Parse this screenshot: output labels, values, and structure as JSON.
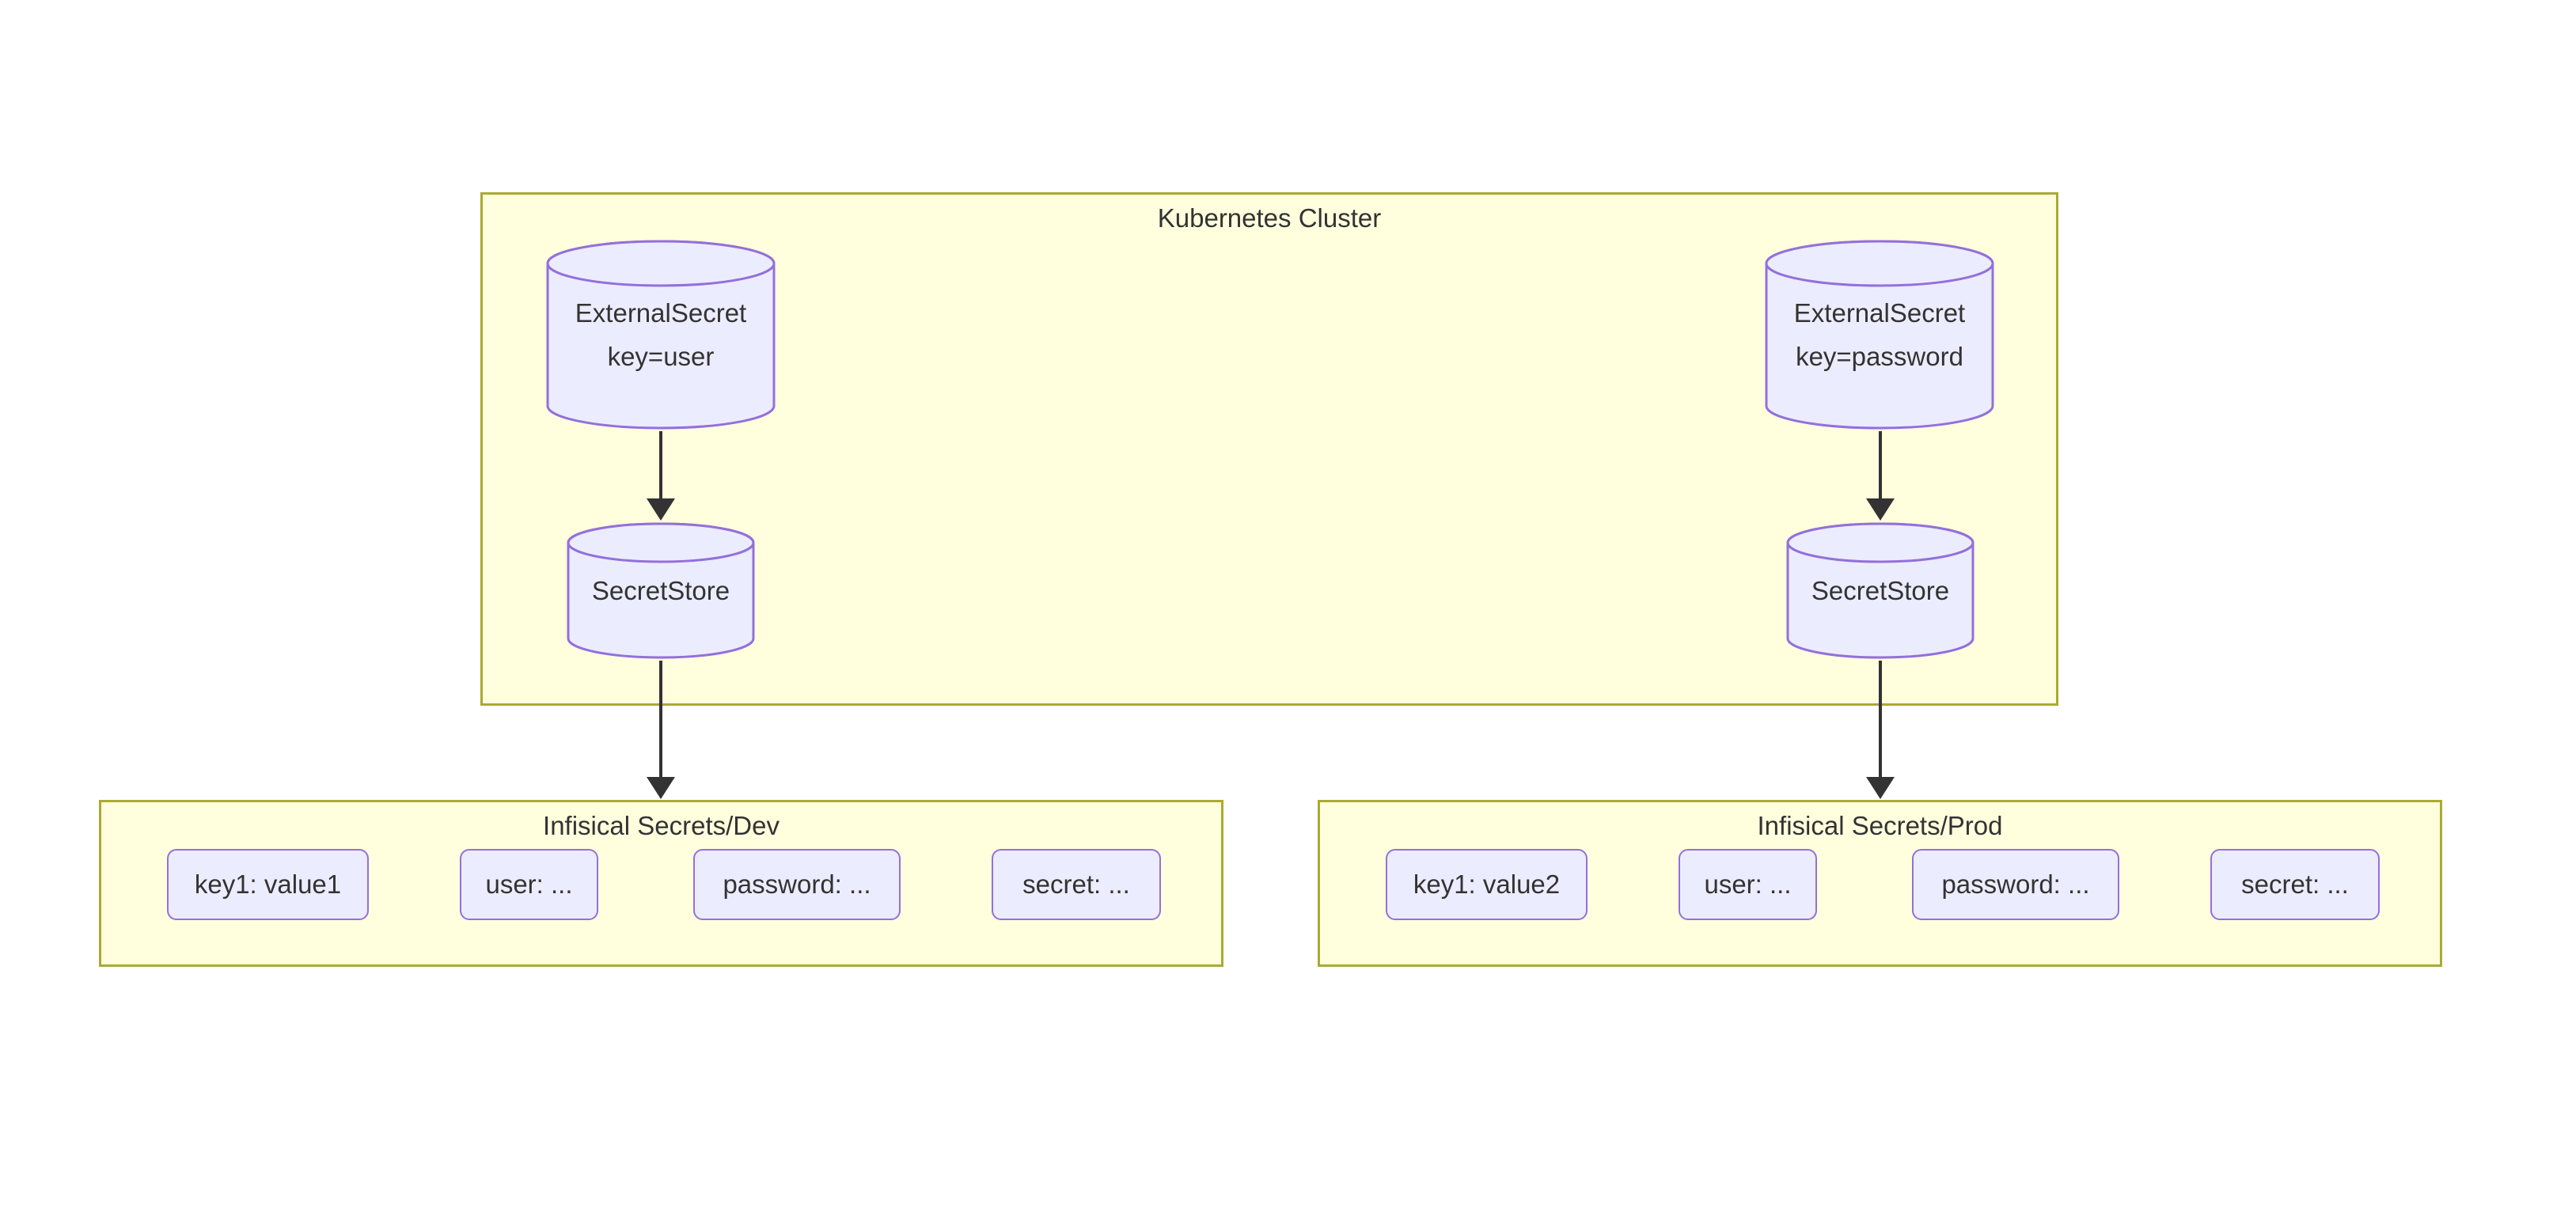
{
  "diagram": {
    "type": "flowchart-top-down",
    "palette": {
      "node_fill": "#ECECFF",
      "node_border": "#9370DB",
      "cluster_fill": "#FFFFDE",
      "cluster_border": "#AAAA33",
      "text": "#333333",
      "arrow": "#333333",
      "background": "#FFFFFF"
    },
    "clusters": {
      "kubernetes": {
        "title": "Kubernetes Cluster",
        "nodes": {
          "external_secret_user": {
            "shape": "cylinder",
            "label": "ExternalSecret",
            "sublabel": "key=user"
          },
          "secret_store_dev": {
            "shape": "cylinder",
            "label": "SecretStore"
          },
          "external_secret_password": {
            "shape": "cylinder",
            "label": "ExternalSecret",
            "sublabel": "key=password"
          },
          "secret_store_prod": {
            "shape": "cylinder",
            "label": "SecretStore"
          }
        }
      },
      "dev": {
        "title": "Infisical Secrets/Dev",
        "items": [
          {
            "label": "key1: value1"
          },
          {
            "label": "user: ..."
          },
          {
            "label": "password: ..."
          },
          {
            "label": "secret: ..."
          }
        ]
      },
      "prod": {
        "title": "Infisical Secrets/Prod",
        "items": [
          {
            "label": "key1: value2"
          },
          {
            "label": "user: ..."
          },
          {
            "label": "password: ..."
          },
          {
            "label": "secret: ..."
          }
        ]
      }
    },
    "edges": [
      {
        "from": "ExternalSecret key=user",
        "to": "SecretStore (dev)"
      },
      {
        "from": "SecretStore (dev)",
        "to": "Infisical Secrets/Dev"
      },
      {
        "from": "ExternalSecret key=password",
        "to": "SecretStore (prod)"
      },
      {
        "from": "SecretStore (prod)",
        "to": "Infisical Secrets/Prod"
      }
    ]
  }
}
